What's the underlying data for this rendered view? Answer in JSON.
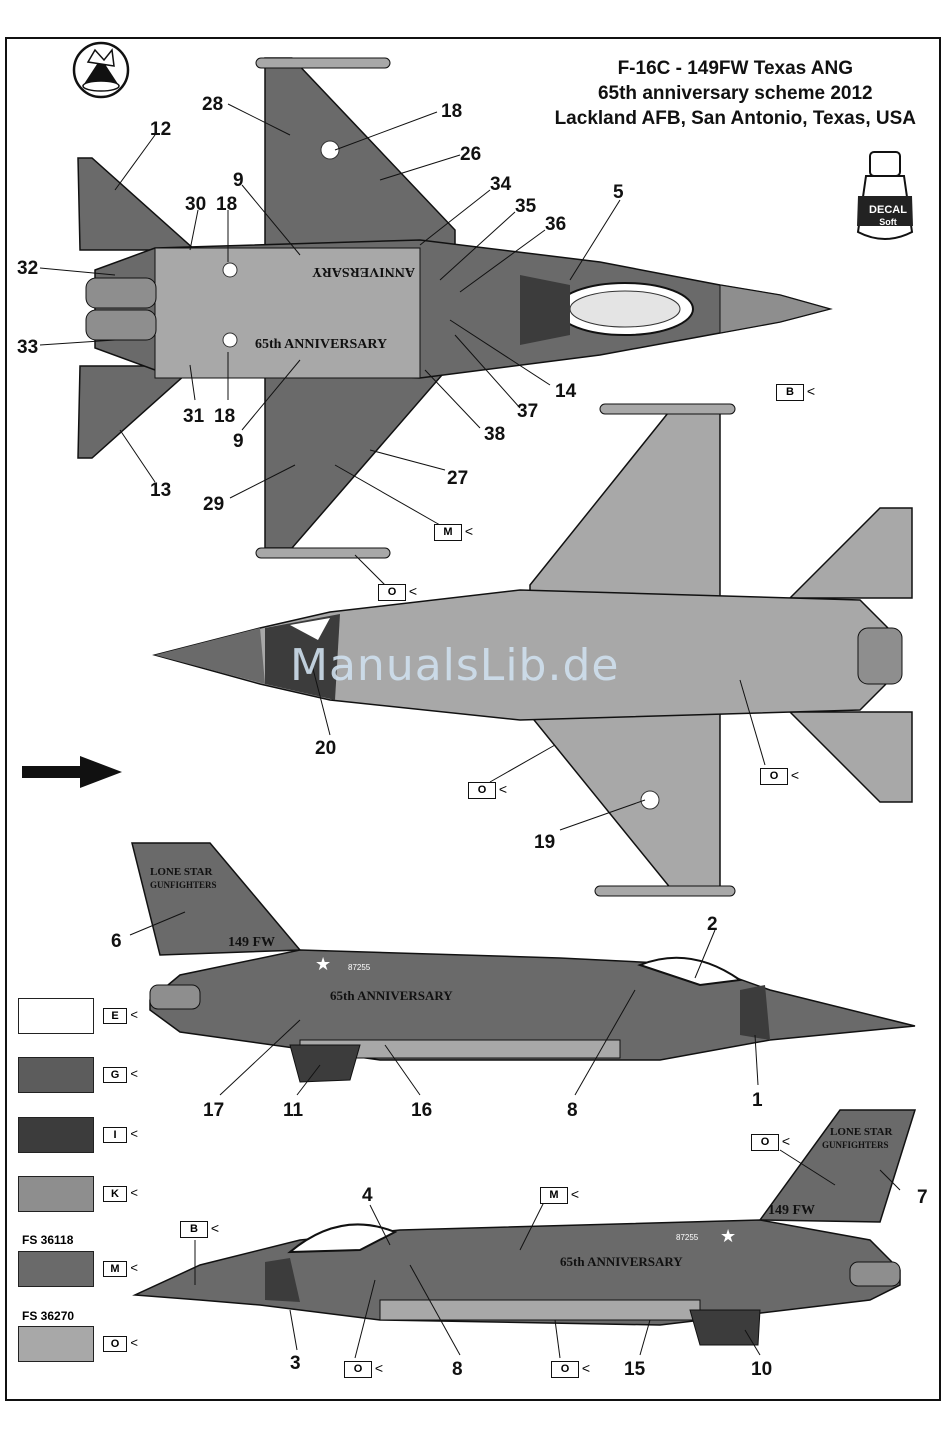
{
  "title_lines": [
    "F-16C - 149FW  Texas ANG",
    "65th anniversary scheme 2012",
    "Lackland AFB, San Antonio, Texas, USA"
  ],
  "decal_badge": {
    "line1": "DECAL",
    "line2": "Soft"
  },
  "watermark": "ManualsLib.de",
  "tail_text": {
    "line1": "LONE STAR",
    "line2": "GUNFIGHTERS",
    "unit": "149 FW"
  },
  "fuselage_text": "65th ANNIVERSARY",
  "wing_text_top": "ANNIVERSARY",
  "wing_text_bottom": "65th ANNIVERSARY",
  "serial": "87255",
  "colors": {
    "E": "#ffffff",
    "G": "#5c5c5c",
    "I": "#3c3c3c",
    "K": "#8e8e8e",
    "M": "#6a6a6a",
    "O": "#a8a8a8",
    "outline": "#111111"
  },
  "legend": [
    {
      "code": "E",
      "fs": ""
    },
    {
      "code": "G",
      "fs": ""
    },
    {
      "code": "I",
      "fs": ""
    },
    {
      "code": "K",
      "fs": ""
    },
    {
      "code": "M",
      "fs": "FS 36118"
    },
    {
      "code": "O",
      "fs": "FS 36270"
    }
  ],
  "badges": [
    {
      "code": "B"
    },
    {
      "code": "M"
    },
    {
      "code": "O"
    },
    {
      "code": "O"
    },
    {
      "code": "O"
    },
    {
      "code": "O"
    },
    {
      "code": "M"
    },
    {
      "code": "B"
    },
    {
      "code": "O"
    },
    {
      "code": "O"
    }
  ],
  "callouts": [
    "28",
    "18",
    "12",
    "26",
    "9",
    "30",
    "18",
    "34",
    "35",
    "36",
    "5",
    "32",
    "33",
    "31",
    "18",
    "9",
    "14",
    "37",
    "38",
    "13",
    "29",
    "27",
    "20",
    "19",
    "6",
    "2",
    "17",
    "11",
    "16",
    "8",
    "1",
    "4",
    "7",
    "3",
    "8",
    "15",
    "10"
  ]
}
